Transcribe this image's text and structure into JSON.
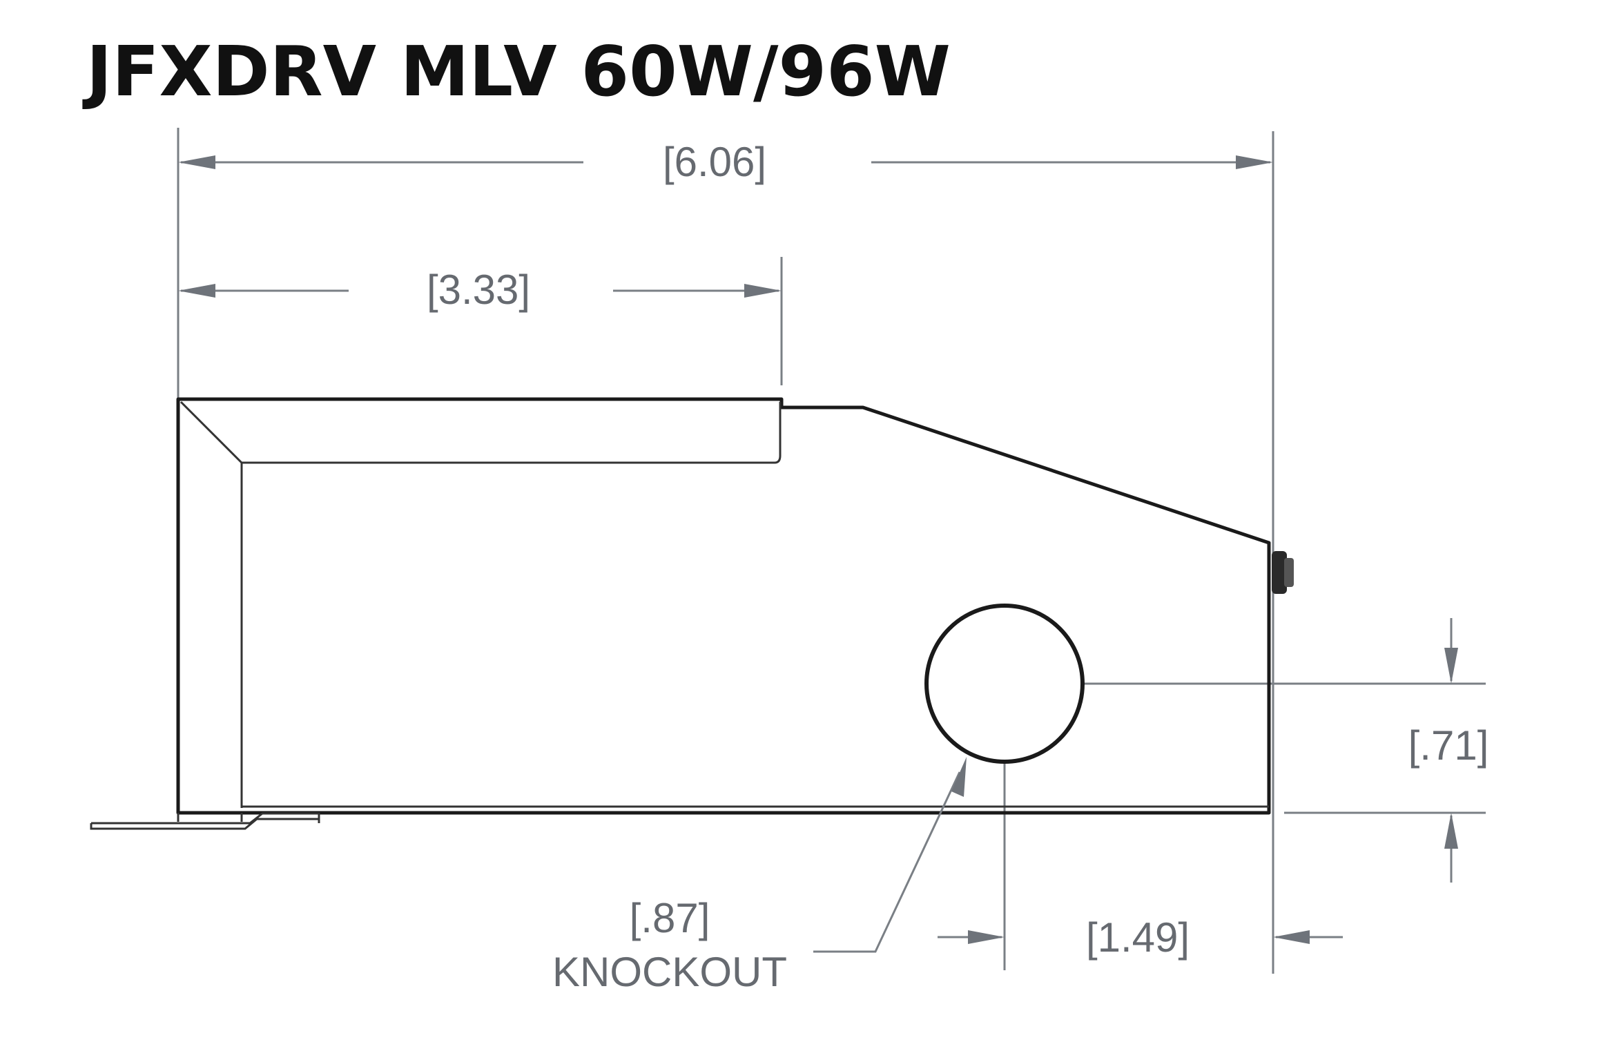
{
  "title": "JFXDRV MLV 60W/96W",
  "dimensions": {
    "overall_length": "[6.06]",
    "top_section_length": "[3.33]",
    "knockout_height": "[.71]",
    "knockout_offset": "[1.49]",
    "knockout_diameter": "[.87]",
    "knockout_label": "KNOCKOUT"
  },
  "colors": {
    "outline": "#1a1a1a",
    "dimension": "#7a7f85",
    "dimension_text": "#666a70"
  }
}
